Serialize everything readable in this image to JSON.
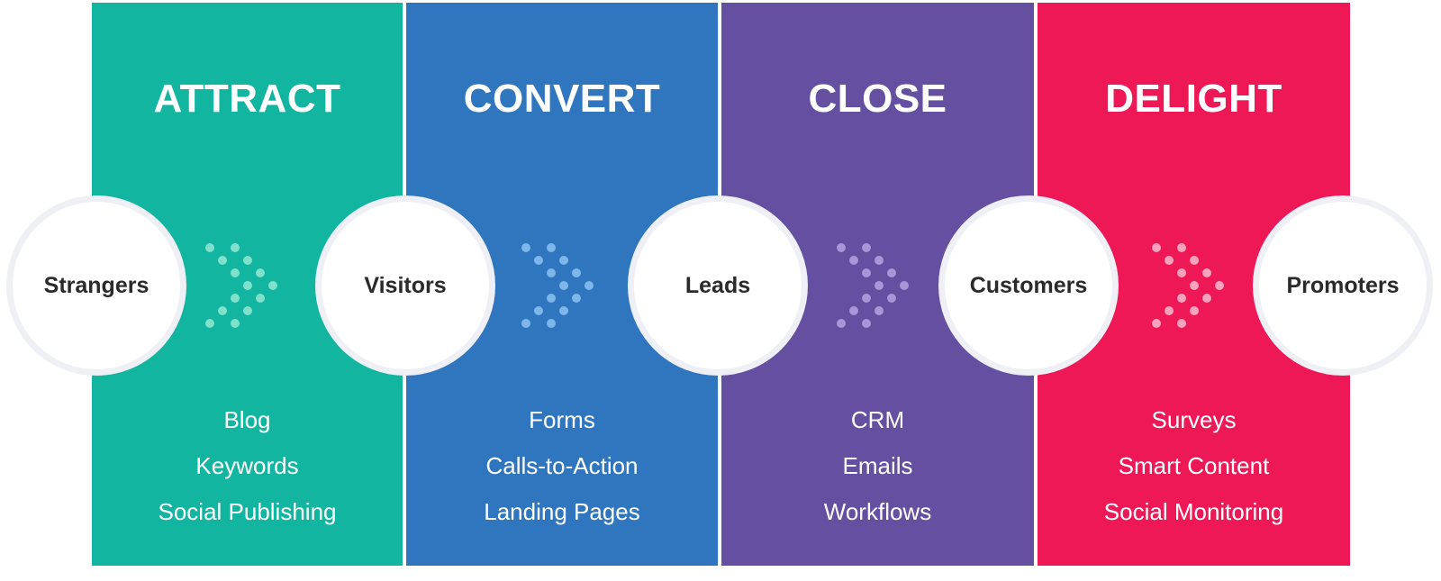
{
  "stages": [
    {
      "title": "ATTRACT",
      "color": "#12b5a0",
      "dot_color": "#7fe0cc",
      "tools": [
        "Blog",
        "Keywords",
        "Social Publishing"
      ]
    },
    {
      "title": "CONVERT",
      "color": "#2f76be",
      "dot_color": "#7db6ea",
      "tools": [
        "Forms",
        "Calls-to-Action",
        "Landing Pages"
      ]
    },
    {
      "title": "CLOSE",
      "color": "#654fa0",
      "dot_color": "#a995d8",
      "tools": [
        "CRM",
        "Emails",
        "Workflows"
      ]
    },
    {
      "title": "DELIGHT",
      "color": "#ee1857",
      "dot_color": "#f7a3bd",
      "tools": [
        "Surveys",
        "Smart Content",
        "Social Monitoring"
      ]
    }
  ],
  "nodes": [
    {
      "label": "Strangers"
    },
    {
      "label": "Visitors"
    },
    {
      "label": "Leads"
    },
    {
      "label": "Customers"
    },
    {
      "label": "Promoters"
    }
  ],
  "connector_icon": "dotted-chevron-arrow-icon"
}
